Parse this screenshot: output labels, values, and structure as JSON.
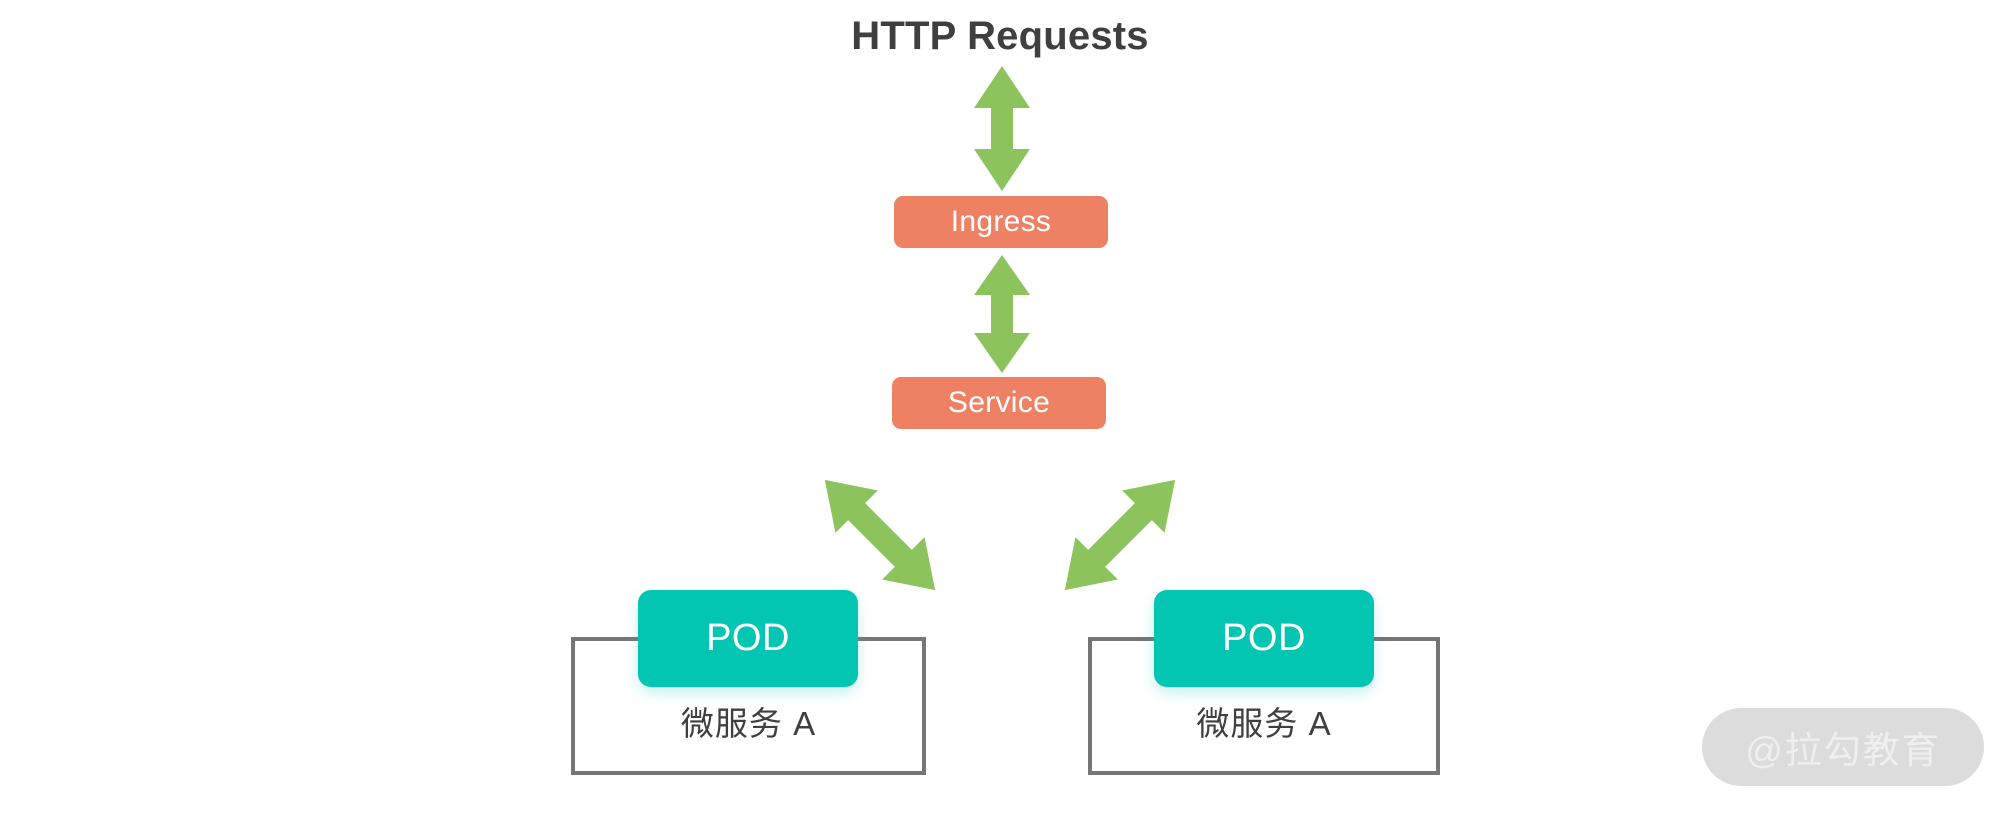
{
  "diagram": {
    "title": "HTTP Requests",
    "colors": {
      "title_text": "#3f3f3f",
      "orange_node": "#ee8163",
      "teal_pod": "#02c6b2",
      "green_arrow": "#8cc35c",
      "container_border": "#767676",
      "background": "#ffffff",
      "watermark_pill": "#dcdcdc",
      "watermark_text": "#efefef"
    },
    "nodes": {
      "ingress": {
        "label": "Ingress",
        "type": "orange-pill"
      },
      "service": {
        "label": "Service",
        "type": "orange-pill"
      },
      "pod_left": {
        "label": "POD",
        "type": "teal-box"
      },
      "pod_right": {
        "label": "POD",
        "type": "teal-box"
      }
    },
    "containers": [
      {
        "label": "微服务 A"
      },
      {
        "label": "微服务 A"
      }
    ],
    "arrows": [
      {
        "name": "requests-to-ingress",
        "direction": "bidirectional",
        "orientation": "vertical"
      },
      {
        "name": "ingress-to-service",
        "direction": "bidirectional",
        "orientation": "vertical"
      },
      {
        "name": "service-to-pod-left",
        "direction": "bidirectional",
        "orientation": "diagonal"
      },
      {
        "name": "service-to-pod-right",
        "direction": "bidirectional",
        "orientation": "diagonal"
      }
    ]
  },
  "watermark": {
    "text": "@拉勾教育"
  }
}
